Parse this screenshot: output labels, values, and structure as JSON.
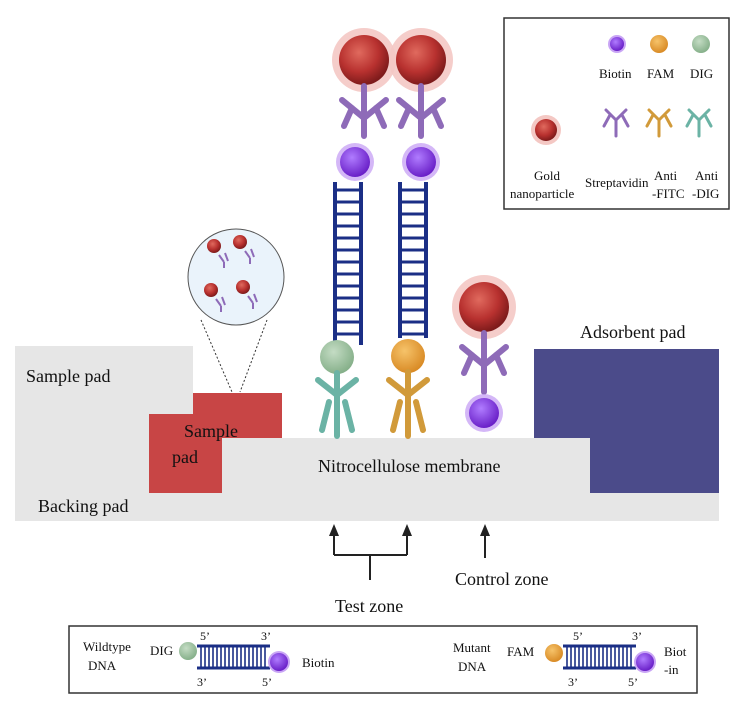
{
  "labels": {
    "sample_pad_top": "Sample pad",
    "sample_pad_red_line1": "Sample",
    "sample_pad_red_line2": "pad",
    "nitrocellulose": "Nitrocellulose membrane",
    "backing_pad": "Backing pad",
    "adsorbent_pad": "Adsorbent pad",
    "test_zone": "Test zone",
    "control_zone": "Control zone"
  },
  "legend": {
    "biotin": "Biotin",
    "fam": "FAM",
    "dig": "DIG",
    "gold_line1": "Gold",
    "gold_line2": "nanoparticle",
    "streptavidin": "Streptavidin",
    "anti_fitc_line1": "Anti",
    "anti_fitc_line2": "-FITC",
    "anti_dig_line1": "Anti",
    "anti_dig_line2": "-DIG"
  },
  "dna_box": {
    "wildtype_line1": "Wildtype",
    "wildtype_line2": "DNA",
    "wt_dig": "DIG",
    "wt_5top": "5’",
    "wt_3top": "3’",
    "wt_3bottom": "3’",
    "wt_5bottom": "5’",
    "wt_biotin": "Biotin",
    "mutant_line1": "Mutant",
    "mutant_line2": "DNA",
    "mt_fam": "FAM",
    "mt_5top": "5’",
    "mt_3top": "3’",
    "mt_3bottom": "3’",
    "mt_5bottom": "5’",
    "mt_biotin_line1": "Biot",
    "mt_biotin_line2": "-in"
  },
  "colors": {
    "gold": "#b8312f",
    "biotin": "#8a3fe0",
    "fam": "#e8a13a",
    "dig": "#9fc4a0",
    "streptavidin": "#8e6bb8",
    "anti_fitc": "#d19a3a",
    "anti_dig": "#6bb3a5",
    "dna": "#1b2f86",
    "pad_red": "#c84545",
    "pad_gray": "#e6e6e6",
    "absorbent": "#4b4b8a"
  }
}
